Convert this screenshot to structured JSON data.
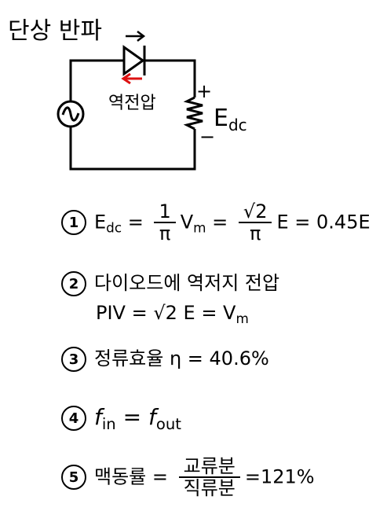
{
  "title": "단상 반파",
  "circuit": {
    "diode_label": "역전압",
    "output_label": "E",
    "output_sub": "dc",
    "plus": "+",
    "minus": "−"
  },
  "items": [
    {
      "num": "1",
      "lhs": "E",
      "lhs_sub": "dc",
      "eq1": "=",
      "f1_num": "1",
      "f1_den": "π",
      "vm": "V",
      "vm_sub": "m",
      "eq2": "=",
      "f2_num": "√2",
      "f2_den": "π",
      "e": "E",
      "rest": "= 0.45E"
    },
    {
      "num": "2",
      "line1": "다이오드에 역저지 전압",
      "line2": "PIV = √2 E = V",
      "line2_sub": "m"
    },
    {
      "num": "3",
      "text": "정류효율 η = 40.6%"
    },
    {
      "num": "4",
      "f1": "f",
      "f1_sub": "in",
      "eq": "=",
      "f2": "f",
      "f2_sub": "out"
    },
    {
      "num": "5",
      "lhs": "맥동률",
      "eq": "=",
      "frac_num": "교류분",
      "frac_den": "직류분",
      "rest": "=121%"
    }
  ]
}
